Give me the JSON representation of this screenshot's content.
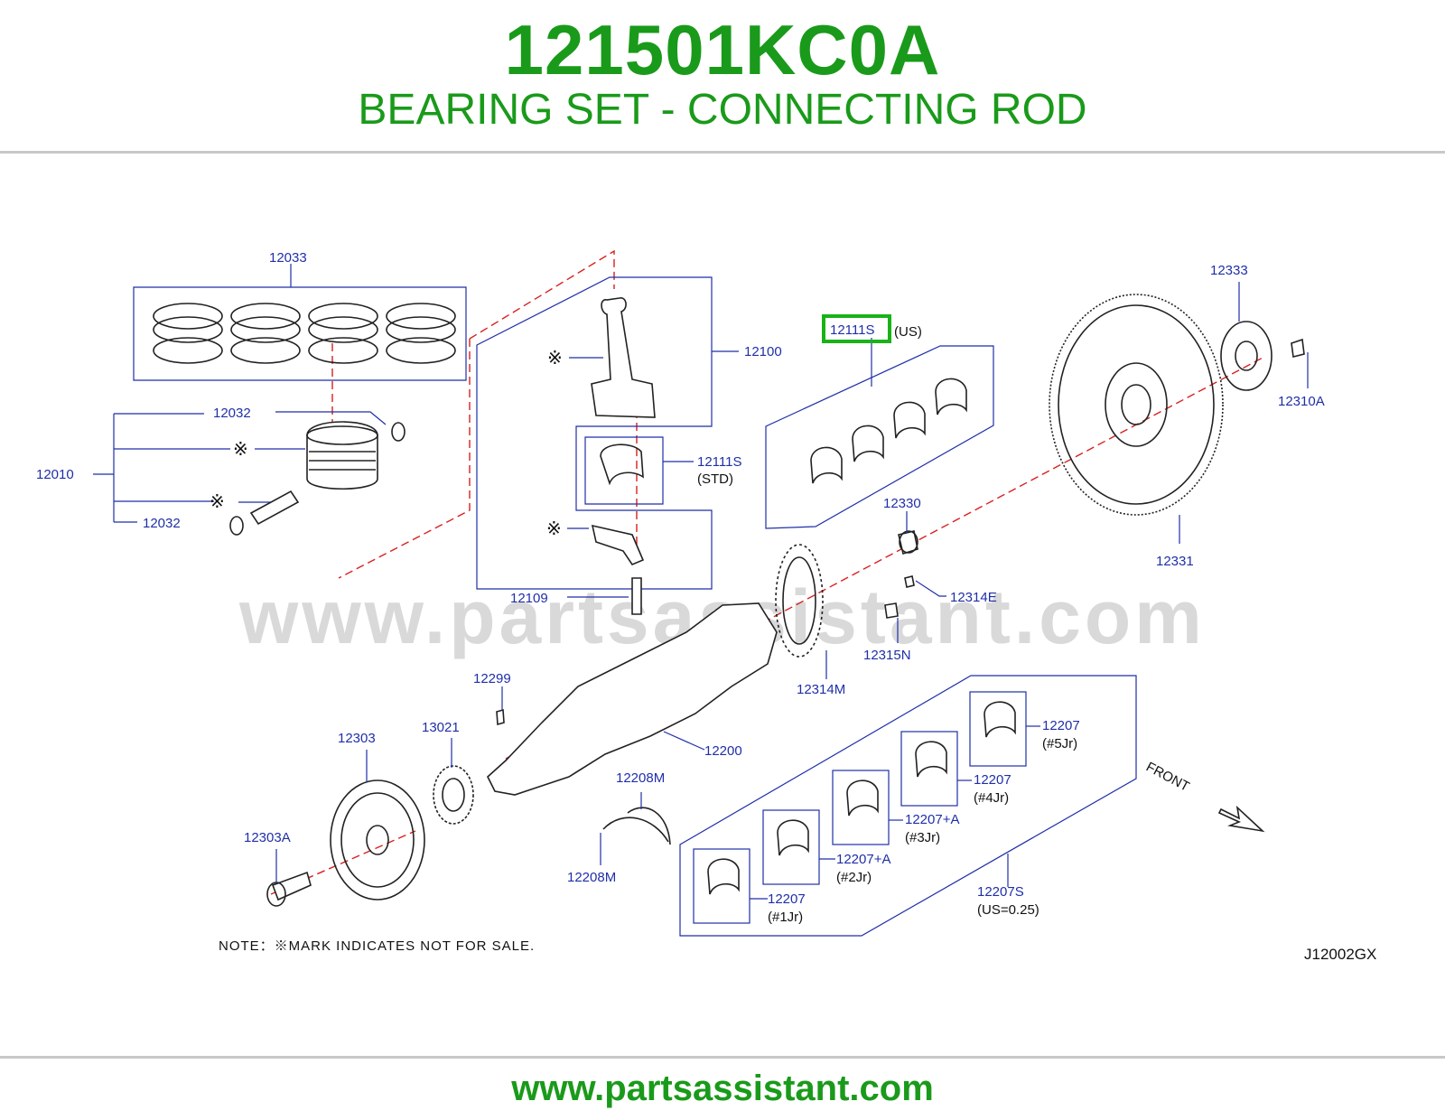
{
  "header": {
    "part_number": "121501KC0A",
    "part_name": "BEARING SET - CONNECTING ROD"
  },
  "footer": {
    "url": "www.partsassistant.com"
  },
  "watermark": "www.partsassistant.com",
  "colors": {
    "title_green": "#1a9a1a",
    "callout_blue": "#1f2fa8",
    "highlight_green": "#19b219",
    "center_line_red": "#d92020"
  },
  "diagram": {
    "code": "J12002GX",
    "note": "NOTE：※MARK  INDICATES  NOT  FOR  SALE.",
    "front": "FRONT",
    "not_for_sale_mark": "※",
    "highlighted": "12111S",
    "labels": {
      "l12033": "12033",
      "l12032a": "12032",
      "l12032b": "12032",
      "l12010": "12010",
      "l12100": "12100",
      "l12111s_std": "12111S",
      "l_std": "(STD)",
      "l12109": "12109",
      "l12111s_us": "12111S",
      "l_us": "(US)",
      "l12330": "12330",
      "l12314e": "12314E",
      "l12315n": "12315N",
      "l12314m": "12314M",
      "l12333": "12333",
      "l12310a": "12310A",
      "l12331": "12331",
      "l12299": "12299",
      "l12200": "12200",
      "l12303": "12303",
      "l13021": "13021",
      "l12208m_a": "12208M",
      "l12208m_b": "12208M",
      "l12303a": "12303A",
      "l12207_5": "12207",
      "l_5jr": "(#5Jr)",
      "l12207_4": "12207",
      "l_4jr": "(#4Jr)",
      "l12207a_3": "12207+A",
      "l_3jr": "(#3Jr)",
      "l12207a_2": "12207+A",
      "l_2jr": "(#2Jr)",
      "l12207_1": "12207",
      "l_1jr": "(#1Jr)",
      "l12207s": "12207S",
      "l_us025": "(US=0.25)"
    }
  }
}
